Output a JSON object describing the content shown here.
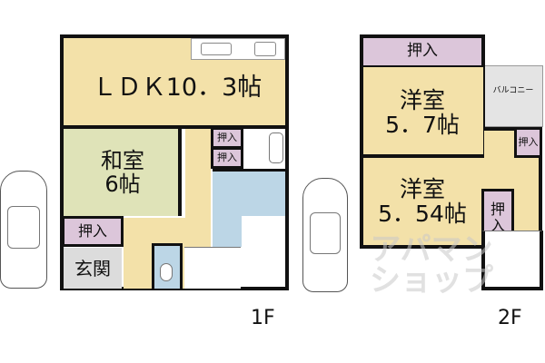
{
  "floors": {
    "first": {
      "label": "1F",
      "rooms": {
        "ldk": "ＬＤＫ10．3帖",
        "washitsu": "和室\n6帖",
        "oshiire_left": "押入",
        "genkan": "玄関",
        "oshiire_small_1": "押入",
        "oshiire_small_2": "押入"
      }
    },
    "second": {
      "label": "2F",
      "rooms": {
        "oshiire_top": "押入",
        "youshitsu_1": "洋室\n5．7帖",
        "youshitsu_2": "洋室\n5．54帖",
        "balcony": "バルコニー",
        "oshiire_right": "押入",
        "oshiire_vertical": "押\n入"
      }
    }
  },
  "watermark": "アパマン\nショップ",
  "colors": {
    "ldk": "#f3e1a9",
    "washitsu": "#dfe3b8",
    "oshiire": "#dcc6da",
    "wet_area": "#bcd6e6",
    "genkan": "#dcdcdc"
  }
}
